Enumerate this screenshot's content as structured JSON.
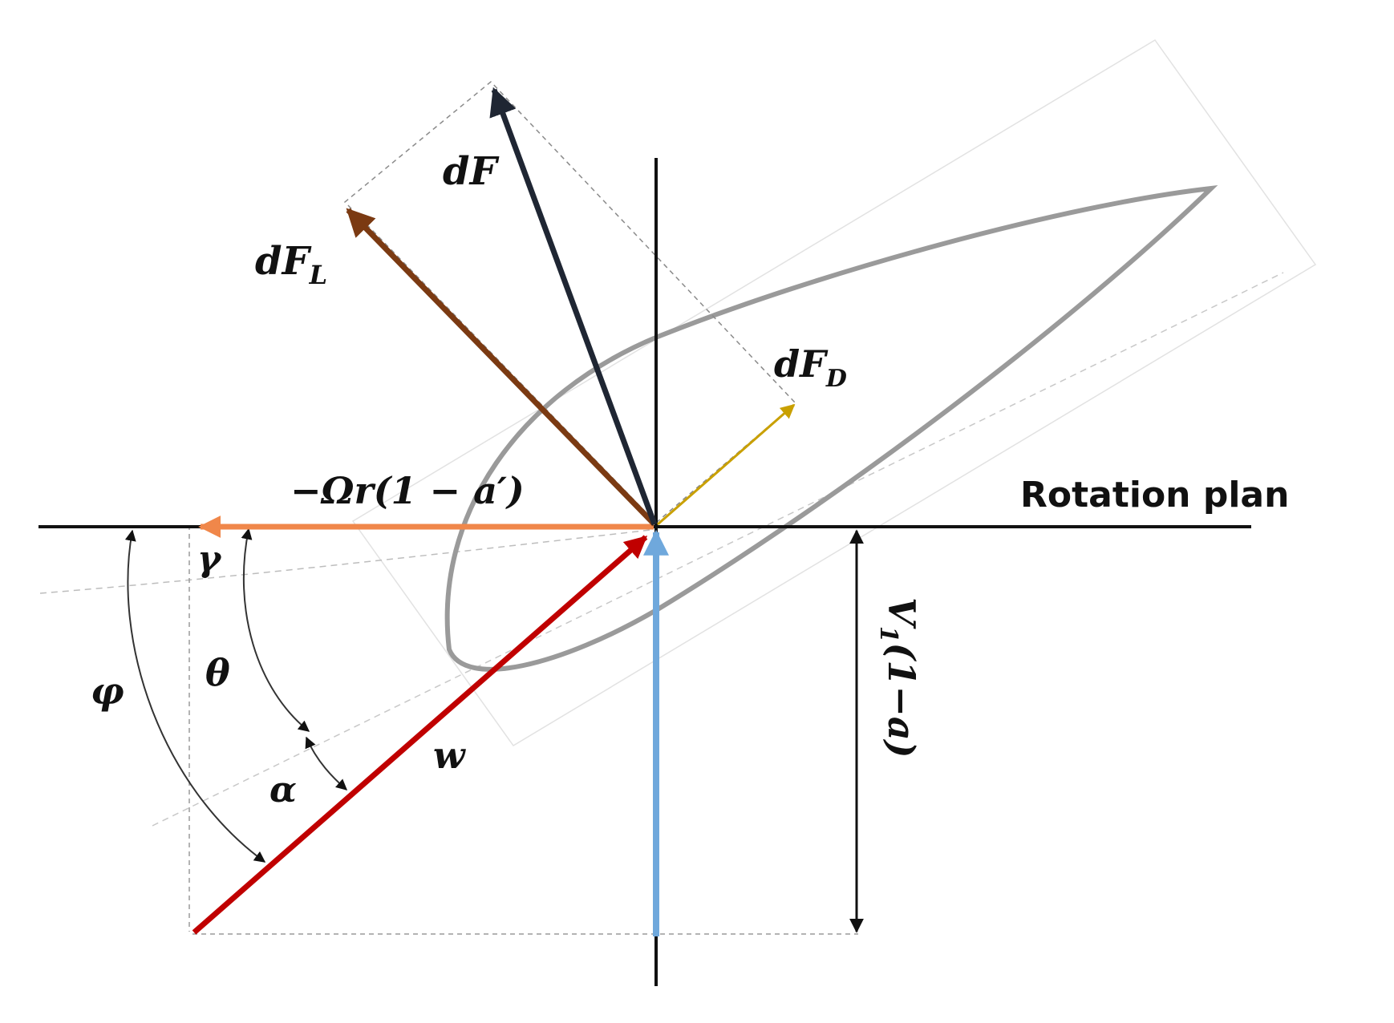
{
  "labels": {
    "dF": "dF",
    "dFL_main": "dF",
    "dFL_sub": "L",
    "dFD_main": "dF",
    "dFD_sub": "D",
    "tangential_velocity": "−Ωr(1 − a′)",
    "rotation_plane": "Rotation plan",
    "axial_velocity_main": "V",
    "axial_velocity_sub": "1",
    "axial_velocity_rest": "(1−a)",
    "relative_velocity": "w",
    "gamma": "γ",
    "theta": "θ",
    "phi": "φ",
    "alpha": "α"
  },
  "colors": {
    "background": "#ffffff",
    "axes": "#111111",
    "dF": "#1f2633",
    "dF_L": "#7b3a12",
    "dF_D": "#c9a000",
    "tangential": "#f0874a",
    "axial": "#6fa8dc",
    "relative": "#c00000",
    "airfoil": "#9a9a9a",
    "construction": "#8a8a8a"
  }
}
